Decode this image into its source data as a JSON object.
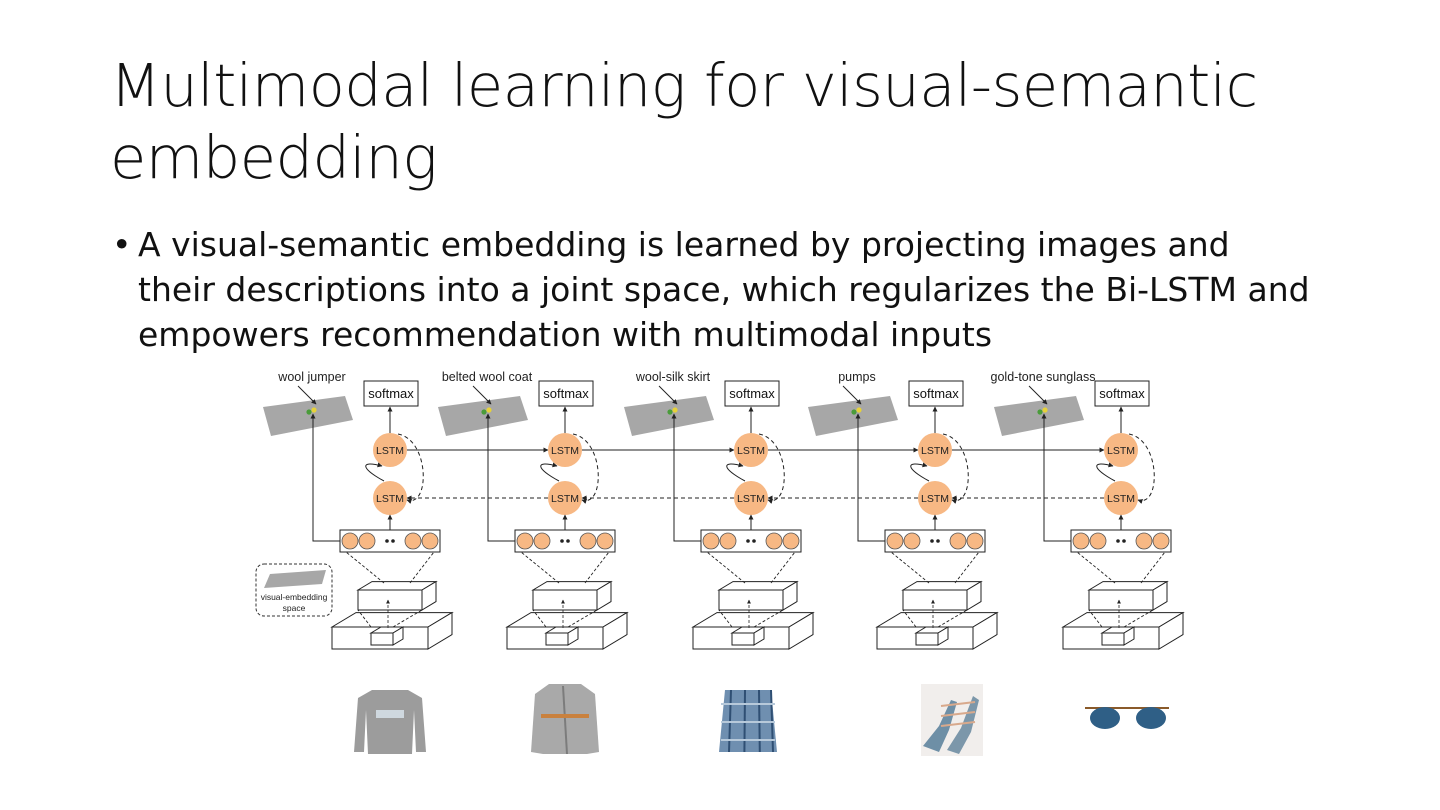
{
  "slide": {
    "title": "Multimodal learning for visual-semantic embedding",
    "bullet": "A visual-semantic embedding is learned by projecting images and their descriptions into a joint space, which regularizes the Bi-LSTM and empowers recommendation with multimodal inputs"
  },
  "diagram": {
    "node_label": "LSTM",
    "output_label": "softmax",
    "legend": {
      "line1": "visual-embedding",
      "line2": "space"
    },
    "items": [
      {
        "description": "wool jumper",
        "image": "grey-sweater"
      },
      {
        "description": "belted wool coat",
        "image": "grey-belted-coat"
      },
      {
        "description": "wool-silk skirt",
        "image": "plaid-skirt"
      },
      {
        "description": "pumps",
        "image": "strappy-pumps"
      },
      {
        "description": "gold-tone sunglass",
        "image": "blue-sunglasses"
      }
    ],
    "colors": {
      "lstm_node": "#f7b884",
      "embedding_plane": "#a7a7a7",
      "line": "#222222"
    }
  }
}
